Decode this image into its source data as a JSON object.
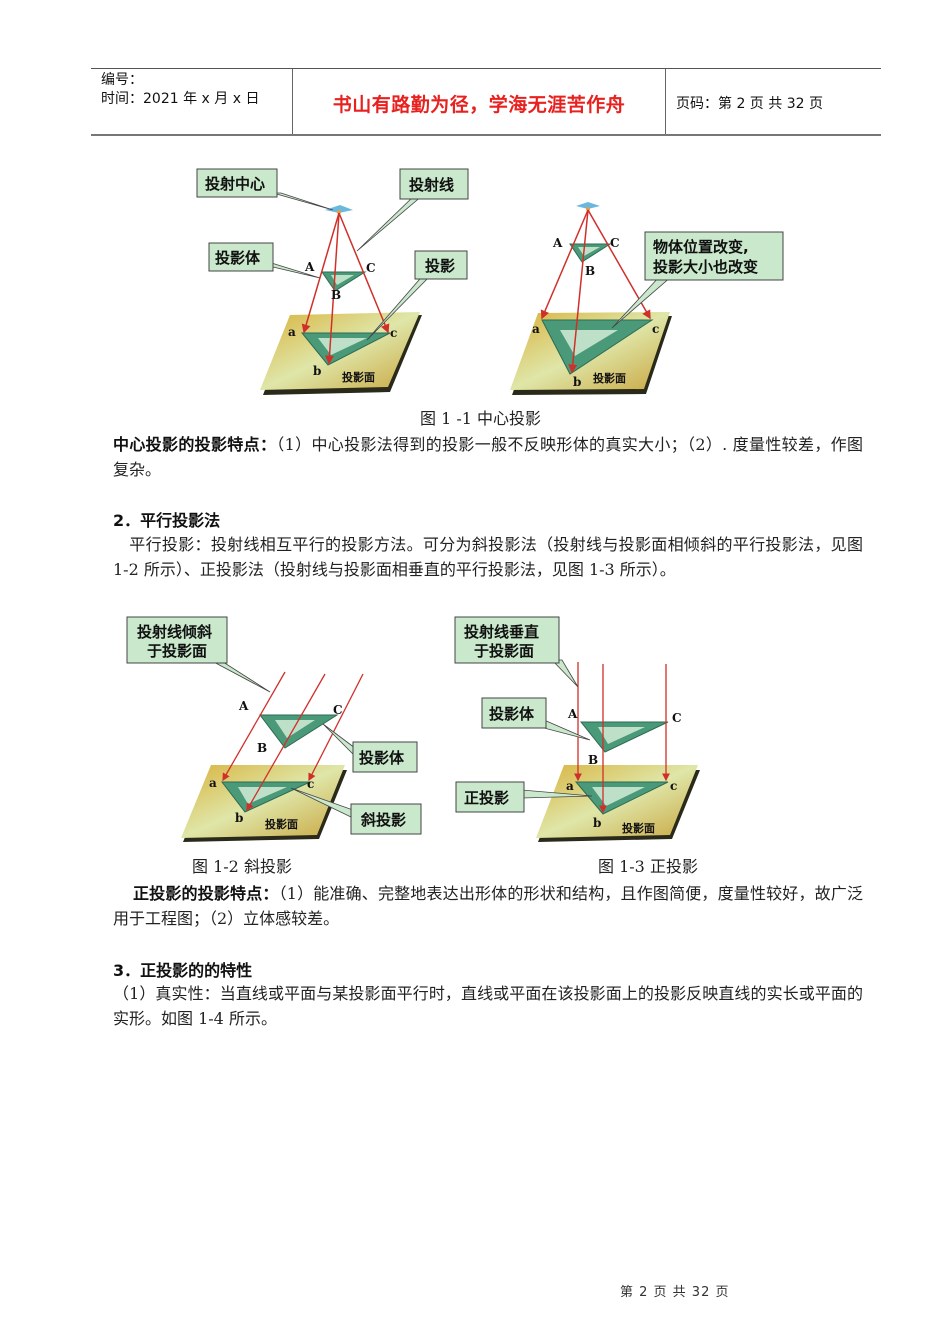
{
  "header": {
    "serial_label": "编号：",
    "date_label": "时间：2021 年 x 月 x 日",
    "motto": "书山有路勤为径，学海无涯苦作舟",
    "page_info": "页码：第 2 页  共 32 页",
    "motto_color": "#e8211f"
  },
  "figure_1_1": {
    "left": {
      "callouts": [
        "投射中心",
        "投射线",
        "投影体",
        "投影"
      ],
      "points_upper": [
        "A",
        "B",
        "C"
      ],
      "points_lower": [
        "a",
        "b",
        "c"
      ],
      "plane_label": "投影面"
    },
    "right": {
      "callout_line1": "物体位置改变,",
      "callout_line2": "投影大小也改变",
      "points_upper": [
        "A",
        "B",
        "C"
      ],
      "points_lower": [
        "a",
        "b",
        "c"
      ],
      "plane_label": "投影面"
    },
    "caption": "图 1 -1 中心投影"
  },
  "central_features": {
    "label": "中心投影的投影特点：",
    "text": "（1）中心投影法得到的投影一般不反映形体的真实大小；（2）. 度量性较差，作图复杂。"
  },
  "section2": {
    "heading": "2．平行投影法",
    "text": "　平行投影：投射线相互平行的投影方法。可分为斜投影法（投射线与投影面相倾斜的平行投影法，见图 1-2 所示）、正投影法（投射线与投影面相垂直的平行投影法，见图 1-3 所示）。"
  },
  "figure_1_2": {
    "callout_line1": "投射线倾斜",
    "callout_line2": "于投影面",
    "callout_body": "投影体",
    "callout_proj": "斜投影",
    "points_upper": [
      "A",
      "B",
      "C"
    ],
    "points_lower": [
      "a",
      "b",
      "c"
    ],
    "plane_label": "投影面",
    "caption": "图 1-2 斜投影"
  },
  "figure_1_3": {
    "callout_line1": "投射线垂直",
    "callout_line2": "于投影面",
    "callout_body": "投影体",
    "callout_proj": "正投影",
    "points_upper": [
      "A",
      "B",
      "C"
    ],
    "points_lower": [
      "a",
      "b",
      "c"
    ],
    "plane_label": "投影面",
    "caption": "图 1-3 正投影"
  },
  "orth_features": {
    "label": "正投影的投影特点：",
    "text": "（1）能准确、完整地表达出形体的形状和结构，且作图简便，度量性较好，故广泛用于工程图；（2）立体感较差。"
  },
  "section3": {
    "heading": "3．正投影的的特性",
    "text": "（1）真实性：当直线或平面与某投影面平行时，直线或平面在该投影面上的投影反映直线的实长或平面的实形。如图 1-4 所示。"
  },
  "footer": {
    "page_text": "第 2 页 共 32 页"
  },
  "colors": {
    "callout_fill": "#c9e8cc",
    "plane_fill": "#d9b94a",
    "triangle_fill": "#4a9a7a",
    "ray_color": "#d0302a"
  }
}
